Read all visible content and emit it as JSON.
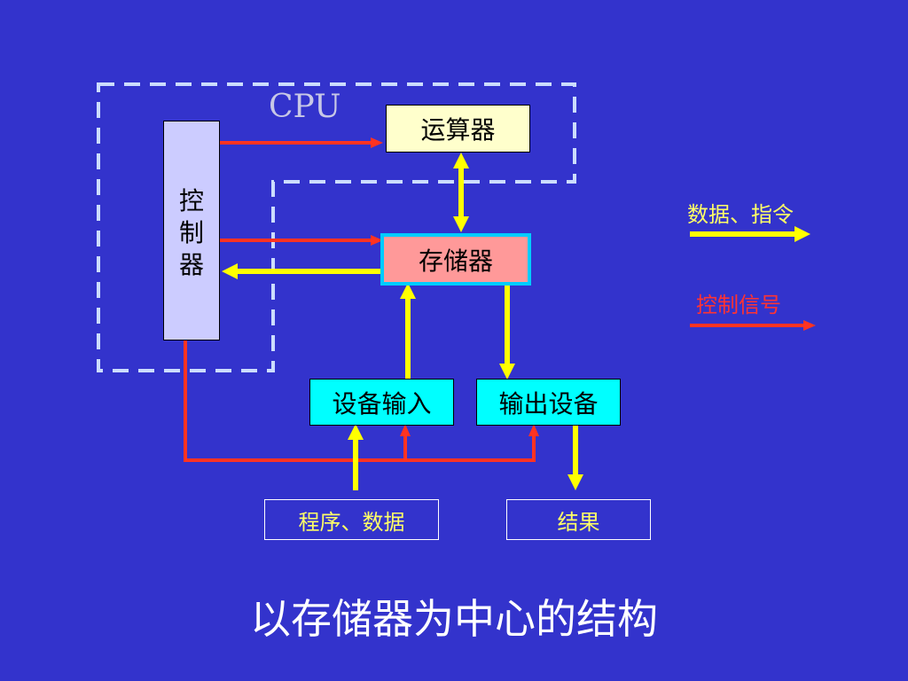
{
  "cpu_label": "CPU",
  "controller": [
    "控",
    "制",
    "器"
  ],
  "alu": "运算器",
  "memory": "存储器",
  "input_device": "设备输入",
  "output_device": "输出设备",
  "source": "程序、数据",
  "result": "结果",
  "legend": {
    "data_label": "数据、指令",
    "control_label": "控制信号"
  },
  "title": "以存储器为中心的结构",
  "colors": {
    "background": "#3333cc",
    "data_arrow": "#ffff00",
    "control_arrow": "#ff3322",
    "cpu_border": "#ccddff"
  }
}
